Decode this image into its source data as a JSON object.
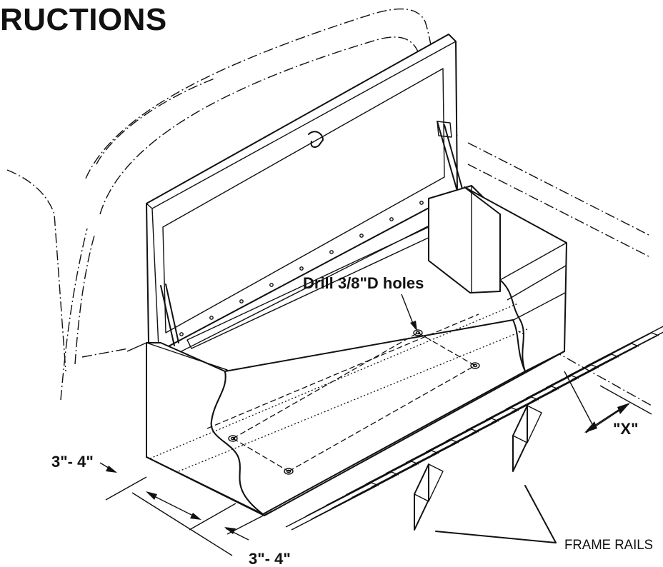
{
  "heading": "RUCTIONS",
  "labels": {
    "drill": "Drill 3/8\"D holes",
    "x_dim": "\"X\"",
    "left_dim": "3\"- 4\"",
    "bottom_dim": "3\"- 4\"",
    "frame_rails": "FRAME RAILS"
  },
  "colors": {
    "ink": "#111111",
    "paper": "#ffffff"
  }
}
